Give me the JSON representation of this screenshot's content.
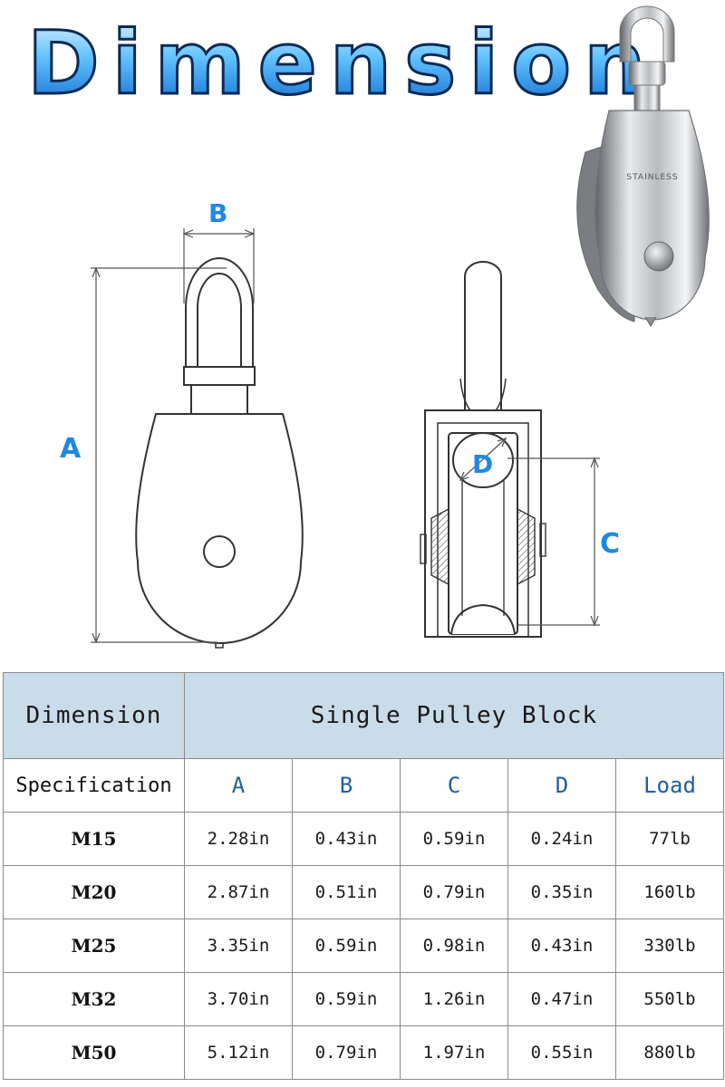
{
  "header": {
    "title": "Dimension"
  },
  "product": {
    "engraving": "STAINLESS"
  },
  "drawing": {
    "labels": {
      "a": "A",
      "b": "B",
      "c": "C",
      "d": "D"
    },
    "label_color": "#1e88e5"
  },
  "table": {
    "header_left": "Dimension",
    "header_right": "Single Pulley Block",
    "spec_label": "Specification",
    "columns": [
      "A",
      "B",
      "C",
      "D",
      "Load"
    ],
    "rows": [
      {
        "model": "M15",
        "a": "2.28in",
        "b": "0.43in",
        "c": "0.59in",
        "d": "0.24in",
        "load": "77lb"
      },
      {
        "model": "M20",
        "a": "2.87in",
        "b": "0.51in",
        "c": "0.79in",
        "d": "0.35in",
        "load": "160lb"
      },
      {
        "model": "M25",
        "a": "3.35in",
        "b": "0.59in",
        "c": "0.98in",
        "d": "0.43in",
        "load": "330lb"
      },
      {
        "model": "M32",
        "a": "3.70in",
        "b": "0.59in",
        "c": "1.26in",
        "d": "0.47in",
        "load": "550lb"
      },
      {
        "model": "M50",
        "a": "5.12in",
        "b": "0.79in",
        "c": "1.97in",
        "d": "0.55in",
        "load": "880lb"
      }
    ],
    "header_bg": "#c9dcea",
    "column_color": "#1f5f9e"
  }
}
